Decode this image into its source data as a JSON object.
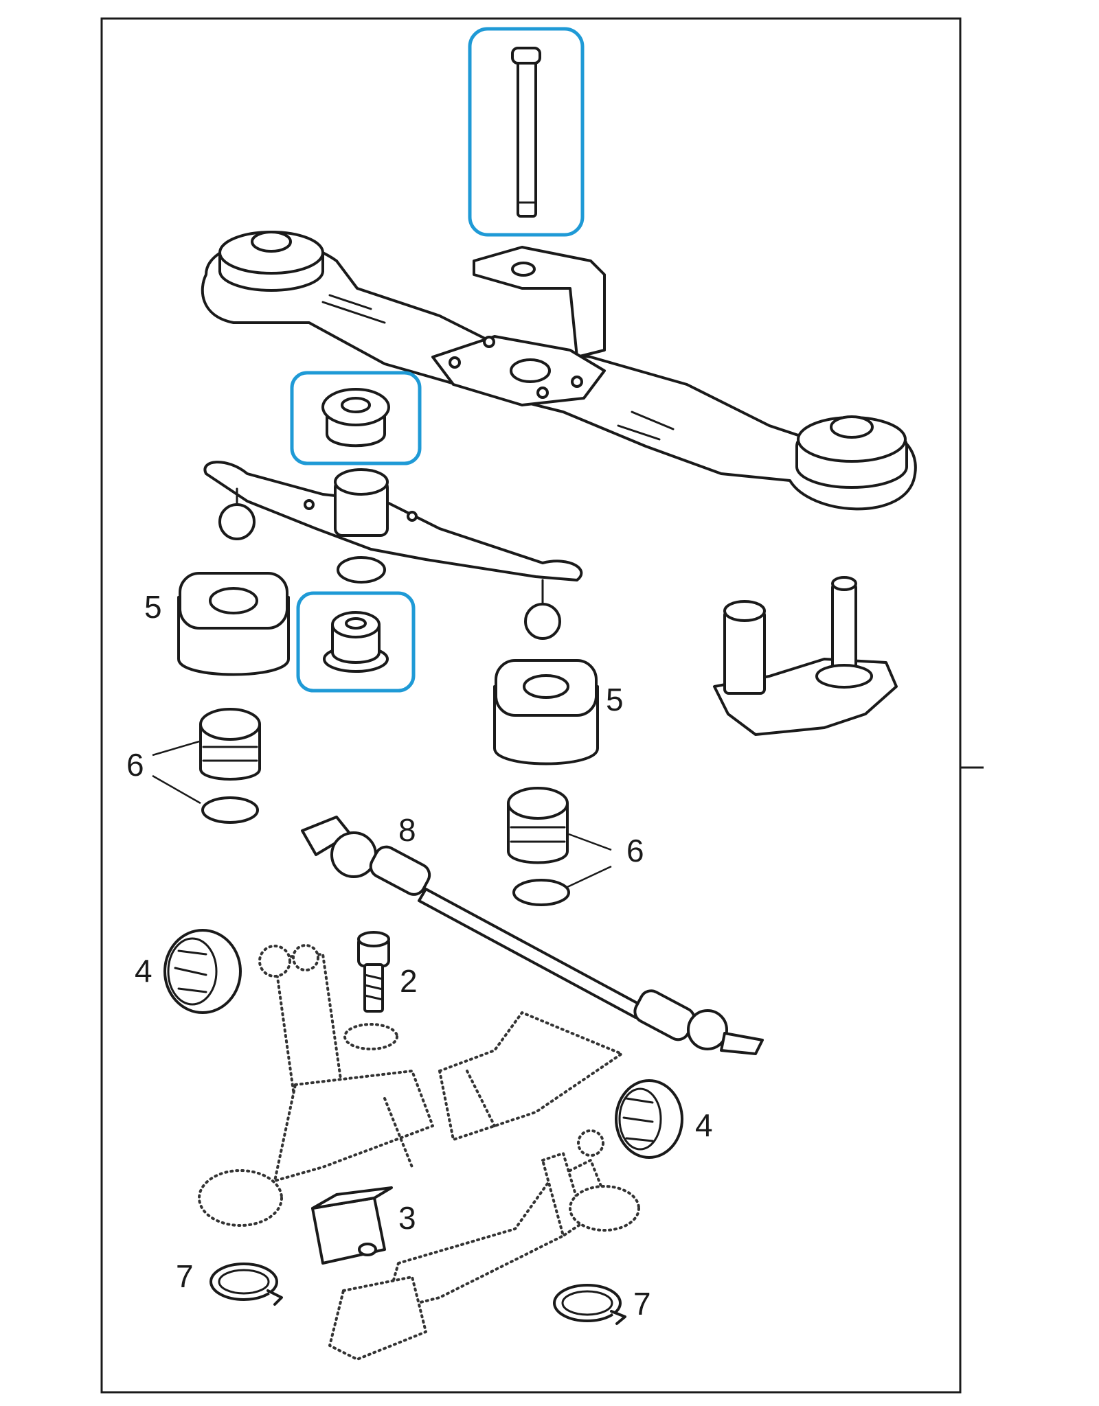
{
  "callouts": {
    "c5a": "5",
    "c5b": "5",
    "c6a": "6",
    "c6b": "6",
    "c8": "8",
    "c4a": "4",
    "c4b": "4",
    "c2": "2",
    "c3": "3",
    "c7a": "7",
    "c7b": "7"
  },
  "colors": {
    "highlight": "#1f9ad6",
    "line": "#1a1a1a"
  }
}
